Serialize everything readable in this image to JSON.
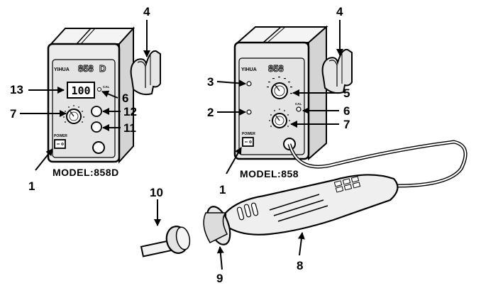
{
  "models": {
    "left": "MODEL:858D",
    "right": "MODEL:858"
  },
  "units": {
    "brand": "YIHUA",
    "left_number": "858",
    "left_suffix": "D",
    "right_number": "858",
    "display_value": "100",
    "power_label": "POWER",
    "cal_label": "CAL"
  },
  "callouts": {
    "c1_left": "1",
    "c1_right": "1",
    "c2": "2",
    "c3": "3",
    "c4_left": "4",
    "c4_right": "4",
    "c5": "5",
    "c6_left": "6",
    "c6_right": "6",
    "c7_left": "7",
    "c7_right": "7",
    "c8": "8",
    "c9": "9",
    "c10": "10",
    "c11": "11",
    "c12": "12",
    "c13": "13"
  },
  "colors": {
    "ink": "#000000",
    "unit_face": "#e8e8e8",
    "unit_top": "#f4f4f4",
    "unit_side": "#d4d4d4",
    "display_bg": "#ffffff"
  }
}
